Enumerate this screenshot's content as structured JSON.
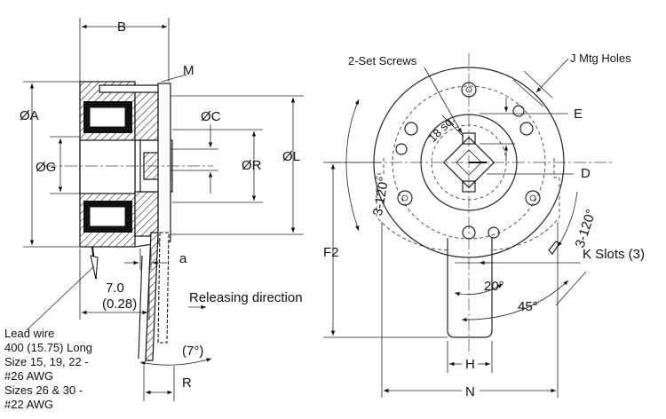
{
  "side_view": {
    "labels": {
      "B": "B",
      "M": "M",
      "A": "ØA",
      "C": "ØC",
      "G": "ØG",
      "R_dia": "ØR",
      "L": "ØL",
      "a": "a",
      "dim_70": "7.0",
      "dim_028": "(0.28)",
      "releasing": "Releasing direction",
      "angle7": "(7°)",
      "R": "R"
    },
    "lead_wire": {
      "line1": "Lead wire",
      "line2": "400 (15.75) Long",
      "line3": "Size 15, 19, 22 -",
      "line4": "#26 AWG",
      "line5": "Sizes 26 & 30 -",
      "line6": "#22 AWG"
    }
  },
  "front_view": {
    "labels": {
      "set_screws": "2-Set Screws",
      "mtg_holes": "J Mtg Holes",
      "sq": "18 sq.",
      "E": "E",
      "D": "D",
      "deg120_left": "3-120°",
      "deg120_right": "3-120°",
      "F2": "F2",
      "k_slots": "K Slots (3)",
      "deg20": "20°",
      "deg45": "45°",
      "H": "H",
      "N": "N"
    }
  }
}
